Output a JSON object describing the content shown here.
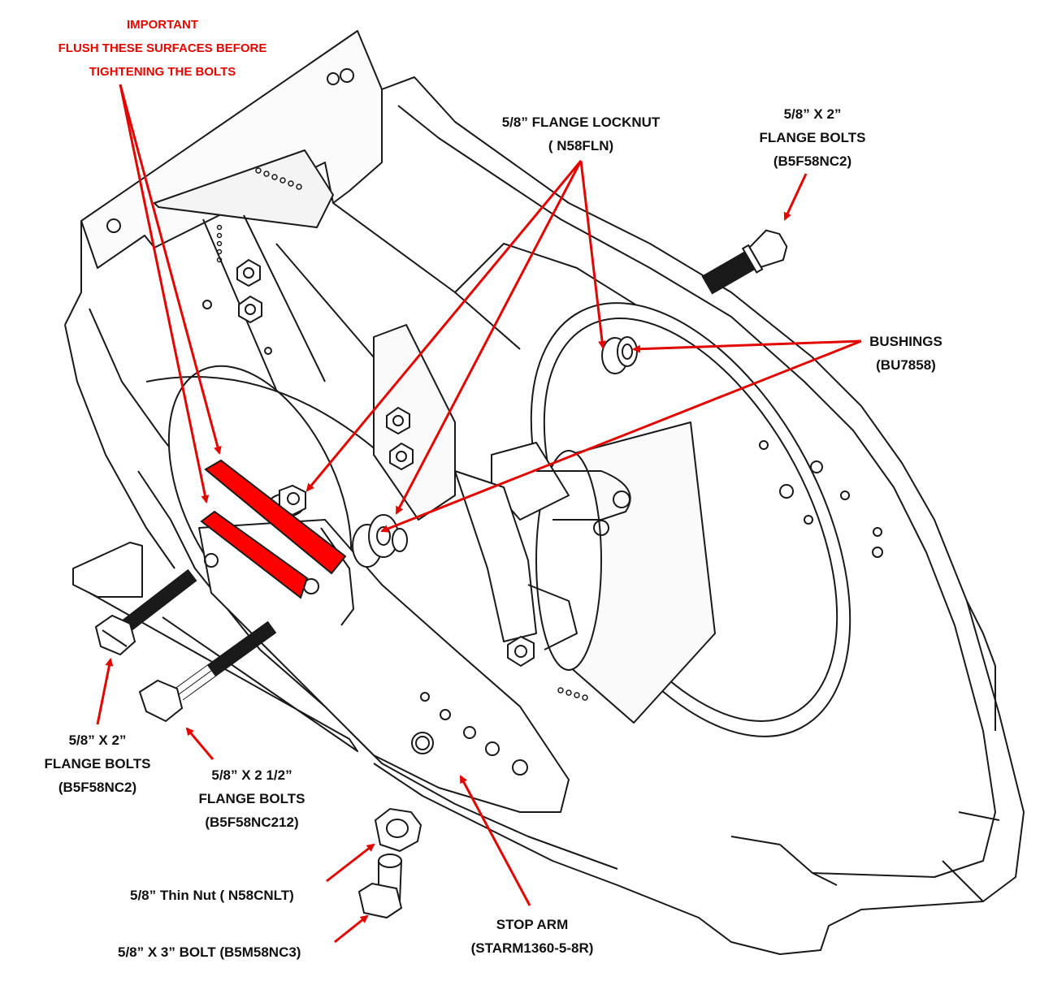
{
  "colors": {
    "callout": "#e10600",
    "line": "#1a1a1a",
    "flush_fill": "#ff0000"
  },
  "labels": {
    "important": {
      "line1": "IMPORTANT",
      "line2": "FLUSH THESE SURFACES  BEFORE",
      "line3": "TIGHTENING THE BOLTS"
    },
    "locknut": {
      "line1": "5/8” FLANGE LOCKNUT",
      "line2": "( N58FLN)"
    },
    "flange_bolts_right": {
      "line1": "5/8” X 2”",
      "line2": "FLANGE BOLTS",
      "line3": "(B5F58NC2)"
    },
    "bushings": {
      "line1": "BUSHINGS",
      "line2": "(BU7858)"
    },
    "flange_bolts_left": {
      "line1": "5/8” X 2”",
      "line2": "FLANGE BOLTS",
      "line3": "(B5F58NC2)"
    },
    "flange_bolts_212": {
      "line1": "5/8” X 2 1/2”",
      "line2": "FLANGE BOLTS",
      "line3": "(B5F58NC212)"
    },
    "thin_nut": {
      "text": "5/8” Thin Nut ( N58CNLT)"
    },
    "bolt_3": {
      "text": "5/8” X 3” BOLT (B5M58NC3)"
    },
    "stop_arm": {
      "line1": "STOP ARM",
      "line2": "(STARM1360-5-8R)"
    }
  }
}
